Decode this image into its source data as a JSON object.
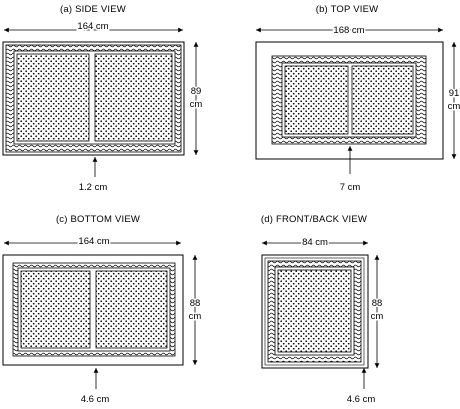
{
  "panels": {
    "side": {
      "title": "(a) SIDE VIEW",
      "width_label": "164 cm",
      "height_label": [
        "89",
        "cm"
      ],
      "thickness_label": "1.2 cm"
    },
    "top": {
      "title": "(b) TOP VIEW",
      "width_label": "168 cm",
      "height_label": [
        "91",
        "cm"
      ],
      "thickness_label": "7 cm"
    },
    "bottom": {
      "title": "(c) BOTTOM VIEW",
      "width_label": "164 cm",
      "height_label": [
        "88",
        "cm"
      ],
      "thickness_label": "4.6 cm"
    },
    "front": {
      "title": "(d) FRONT/BACK VIEW",
      "width_label": "84 cm",
      "height_label": [
        "88",
        "cm"
      ],
      "thickness_label": "4.6 cm"
    }
  }
}
